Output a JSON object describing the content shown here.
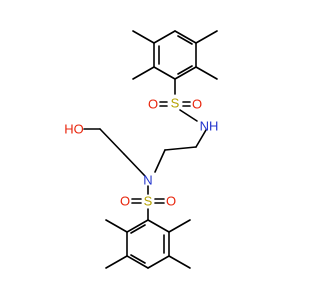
{
  "colors": {
    "bond": "#000000",
    "sulfur": "#b5a200",
    "oxygen": "#e8250c",
    "nitrogen": "#2133cc"
  },
  "atoms": {
    "s_top": "S",
    "o_top_left": "O",
    "o_top_right": "O",
    "nh": "NH",
    "n_mid": "N",
    "s_bottom": "S",
    "o_bottom_left": "O",
    "o_bottom_right": "O",
    "ho": "HO"
  }
}
